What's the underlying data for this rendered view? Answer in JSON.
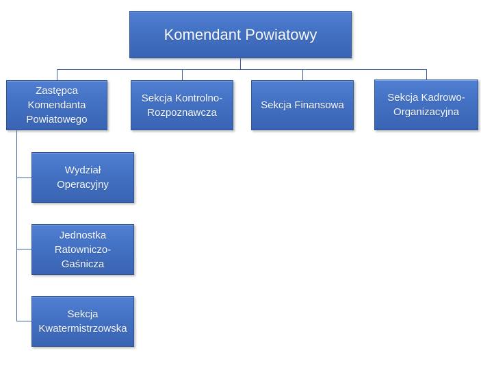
{
  "org_chart": {
    "type": "org-chart",
    "colors": {
      "box_fill_top": "#517fd1",
      "box_fill_base": "#4472c4",
      "box_fill_bottom": "#3a64b3",
      "box_border": "#2f5597",
      "connector": "#3e5f9e",
      "text": "#f7f9fc",
      "background": "#ffffff"
    },
    "root": {
      "id": "komendant",
      "label": "Komendant Powiatowy"
    },
    "level2": [
      {
        "id": "zastepca",
        "label": "Zastępca\nKomendanta\nPowiatowego",
        "parent": "komendant"
      },
      {
        "id": "kontrolno",
        "label": "Sekcja Kontrolno-\nRozpoznawcza",
        "parent": "komendant"
      },
      {
        "id": "finansowa",
        "label": "Sekcja Finansowa",
        "parent": "komendant"
      },
      {
        "id": "kadrowo",
        "label": "Sekcja Kadrowo-\nOrganizacyjna",
        "parent": "komendant"
      }
    ],
    "level3": [
      {
        "id": "operacyjny",
        "label": "Wydział\nOperacyjny",
        "parent": "zastepca"
      },
      {
        "id": "jrg",
        "label": "Jednostka\nRatowniczo-\nGaśnicza",
        "parent": "zastepca"
      },
      {
        "id": "kwatermistrzowska",
        "label": "Sekcja\nKwatermistrzowska",
        "parent": "zastepca"
      }
    ]
  }
}
